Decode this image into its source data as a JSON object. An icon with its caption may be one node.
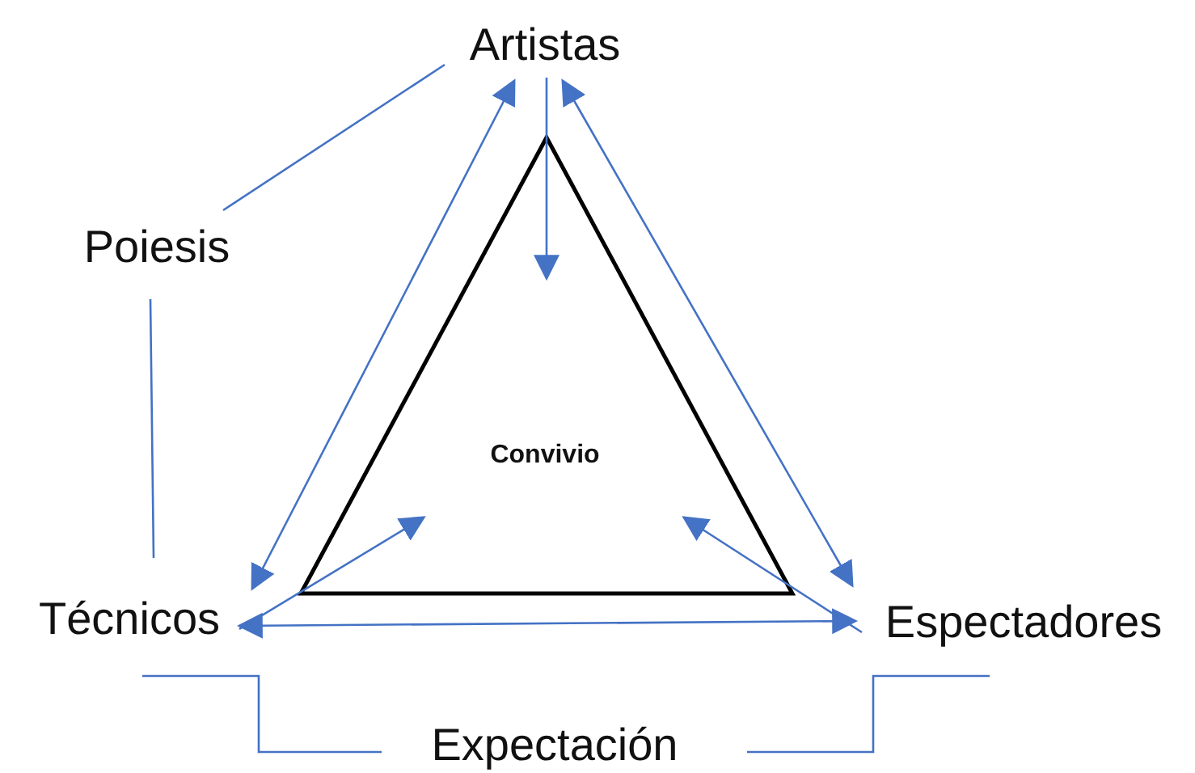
{
  "diagram": {
    "nodes": [
      {
        "text": [
          "Artistas"
        ]
      },
      {
        "text": [
          "Poiesis"
        ]
      },
      {
        "text": [
          "Técnicos"
        ]
      },
      {
        "text": [
          "Espectadores"
        ]
      },
      {
        "text": [
          "Expectación"
        ]
      },
      {
        "text": [
          "Convivio"
        ]
      }
    ],
    "edges": [
      {
        "from": 0,
        "to": 2,
        "arrow": "both"
      },
      {
        "from": 0,
        "to": 3,
        "arrow": "both"
      },
      {
        "from": 2,
        "to": 3,
        "arrow": "both"
      },
      {
        "from": 0,
        "to": 5,
        "arrow": "to"
      },
      {
        "from": 2,
        "to": 5,
        "arrow": "to"
      },
      {
        "from": 3,
        "to": 5,
        "arrow": "to"
      },
      {
        "from": 1,
        "to": 0,
        "arrow": "none"
      },
      {
        "from": 1,
        "to": 2,
        "arrow": "none"
      },
      {
        "from": 4,
        "to": 2,
        "arrow": "none"
      },
      {
        "from": 4,
        "to": 3,
        "arrow": "none"
      }
    ]
  }
}
